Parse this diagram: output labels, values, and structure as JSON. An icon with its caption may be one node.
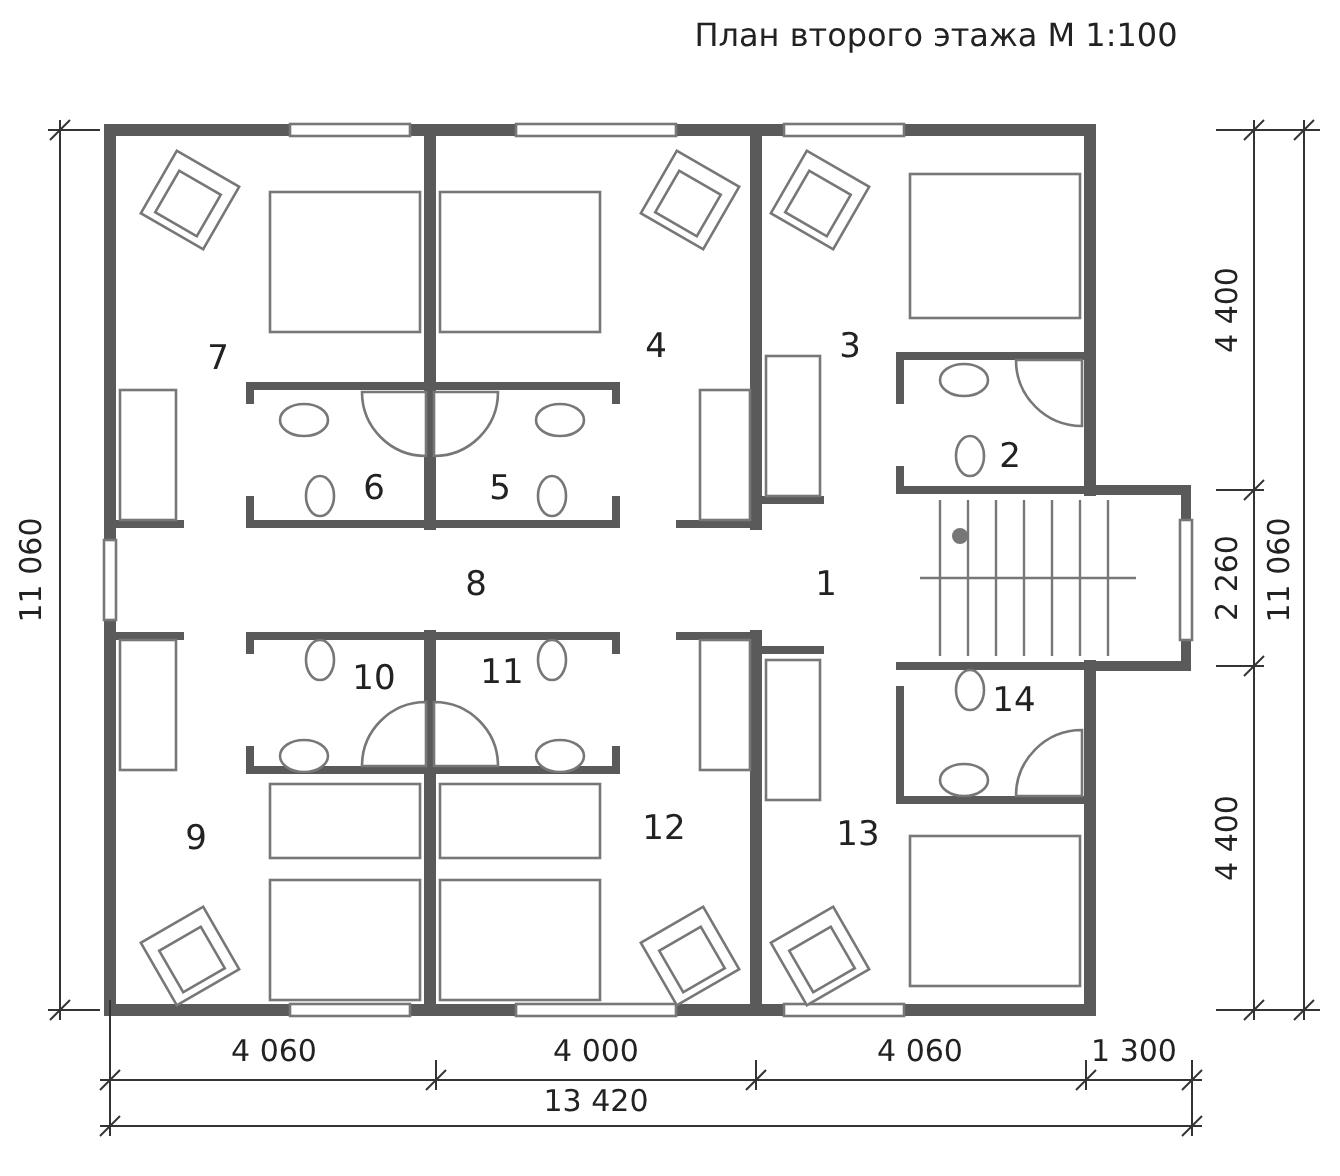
{
  "diagram": {
    "title": "План второго этажа М 1:100",
    "labels": [
      "7",
      "4",
      "3",
      "6",
      "5",
      "2",
      "8",
      "1",
      "10",
      "11",
      "14",
      "9",
      "12",
      "13",
      "11 060",
      "4 400",
      "2 260",
      "4 400",
      "11 060",
      "4 060",
      "4 000",
      "4 060",
      "1 300",
      "13 420"
    ]
  }
}
